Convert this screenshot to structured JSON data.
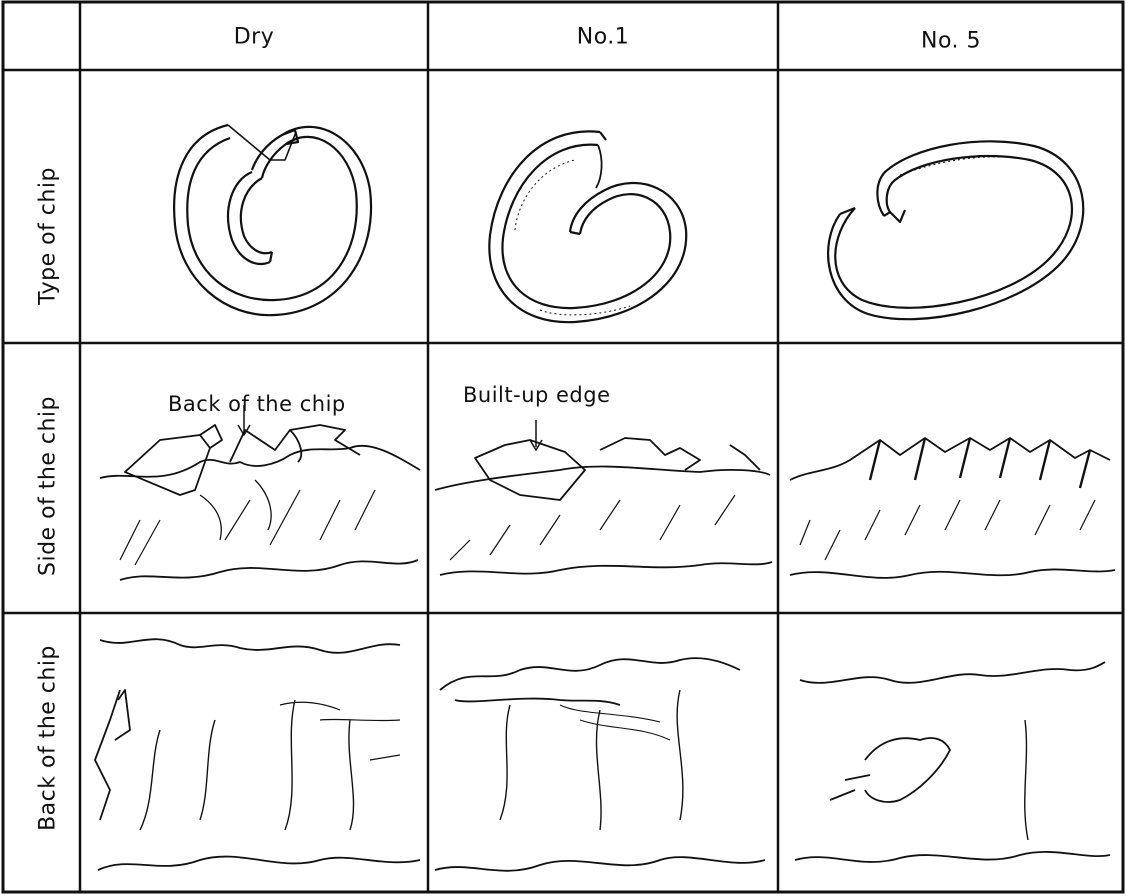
{
  "columns": [
    {
      "label": "Dry"
    },
    {
      "label": "No.1"
    },
    {
      "label": "No. 5"
    }
  ],
  "rows": [
    {
      "label": "Type of chip"
    },
    {
      "label": "Side of the chip"
    },
    {
      "label": "Back of the chip"
    }
  ],
  "annotations": {
    "back_of_chip": "Back of the chip",
    "built_up_edge": "Built-up edge"
  },
  "colors": {
    "ink": "#111111",
    "paper": "#ffffff"
  }
}
